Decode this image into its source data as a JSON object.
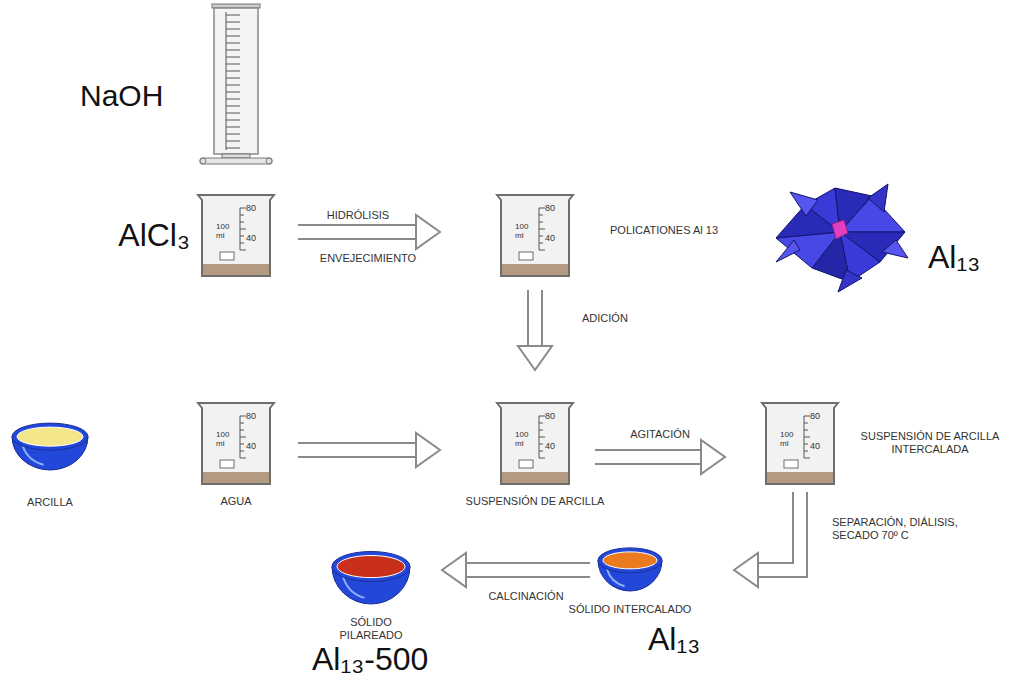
{
  "diagram": {
    "nodes": [
      {
        "text": [
          "80",
          "100 ml",
          "40",
          "AlCl₃"
        ]
      },
      {
        "text": [
          "80",
          "100 ml",
          "40",
          "POLICATIONES Al 13"
        ]
      },
      {
        "text": [
          "ARCILLA"
        ]
      },
      {
        "text": [
          "80",
          "100 ml",
          "40",
          "AGUA"
        ]
      },
      {
        "text": [
          "80",
          "100 ml",
          "40",
          "SUSPENSIÓN DE ARCILLA"
        ]
      },
      {
        "text": [
          "80",
          "100 ml",
          "40",
          "SUSPENSIÓN DE ARCILLA INTERCALADA"
        ]
      },
      {
        "text": [
          "SÓLIDO INTERCALADO"
        ]
      },
      {
        "text": [
          "SÓLIDO PILAREADO"
        ]
      }
    ],
    "edges": [
      {
        "from": 0,
        "to": 1,
        "arrow": "to",
        "label": "HIDRÓLISIS"
      },
      {
        "from": 1,
        "to": 4,
        "arrow": "to",
        "label": "ADICIÓN"
      },
      {
        "from": 3,
        "to": 4,
        "arrow": "to"
      },
      {
        "from": 4,
        "to": 5,
        "arrow": "to",
        "label": "AGITACIÓN"
      },
      {
        "from": 5,
        "to": 6,
        "arrow": "to",
        "label": "SEPARACIÓN, DIÁLISIS, SECADO 70º C"
      },
      {
        "from": 6,
        "to": 7,
        "arrow": "to",
        "label": "CALCINACIÓN"
      }
    ],
    "labels": [
      "NaOH",
      "ENVEJECIMIENTO",
      "Al₁₃",
      "Al₁₃",
      "Al₁₃-500"
    ]
  }
}
